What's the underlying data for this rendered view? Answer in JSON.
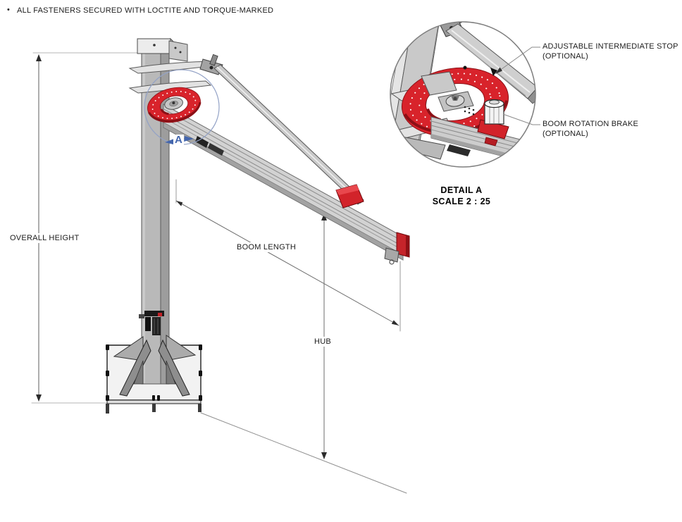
{
  "note": {
    "bullet": "•",
    "text": "ALL FASTENERS SECURED WITH LOCTITE AND TORQUE-MARKED"
  },
  "dimensions": {
    "overall_height": "OVERALL HEIGHT",
    "boom_length": "BOOM LENGTH",
    "hub": "HUB"
  },
  "detail_callout": {
    "label": "A"
  },
  "detail_view": {
    "title": "DETAIL A",
    "scale": "SCALE 2 : 25",
    "labels": {
      "intermediate_stop": {
        "line1": "ADJUSTABLE INTERMEDIATE STOP",
        "line2": "(OPTIONAL)"
      },
      "rotation_brake": {
        "line1": "BOOM ROTATION BRAKE",
        "line2": "(OPTIONAL)"
      }
    }
  },
  "colors": {
    "accent_red": "#d8232b",
    "dark_red": "#8c1016",
    "callout_blue": "#4466ad",
    "dim_line_gray": "#6e6e6e",
    "mast_gray": "#b9b9b9"
  }
}
